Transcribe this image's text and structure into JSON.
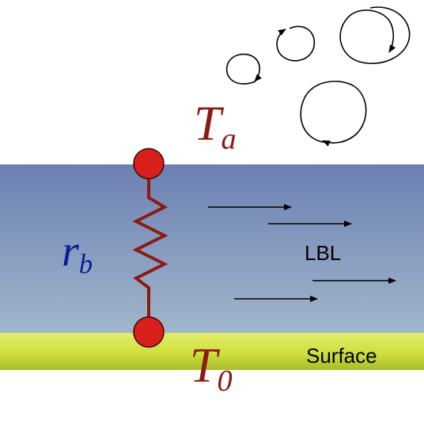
{
  "labels": {
    "air_temperature": {
      "symbol": "T",
      "subscript": "a"
    },
    "surface_temperature": {
      "symbol": "T",
      "subscript": "0"
    },
    "resistance": {
      "symbol": "r",
      "subscript": "b"
    },
    "layer": "LBL",
    "surface": "Surface"
  },
  "colors": {
    "layer_top": "#6b80b2",
    "layer_bottom": "#a2b6cc",
    "surface_band": "#d3e452",
    "temperature_text": "#8b1a10",
    "resistance_text": "#0c1b9a",
    "node_fill": "#d91f1c",
    "resistor_line": "#8c1a12"
  },
  "icons": [
    "eddy-arrow-icon",
    "flow-arrow-icon",
    "node-circle-icon",
    "resistor-zigzag-icon"
  ]
}
